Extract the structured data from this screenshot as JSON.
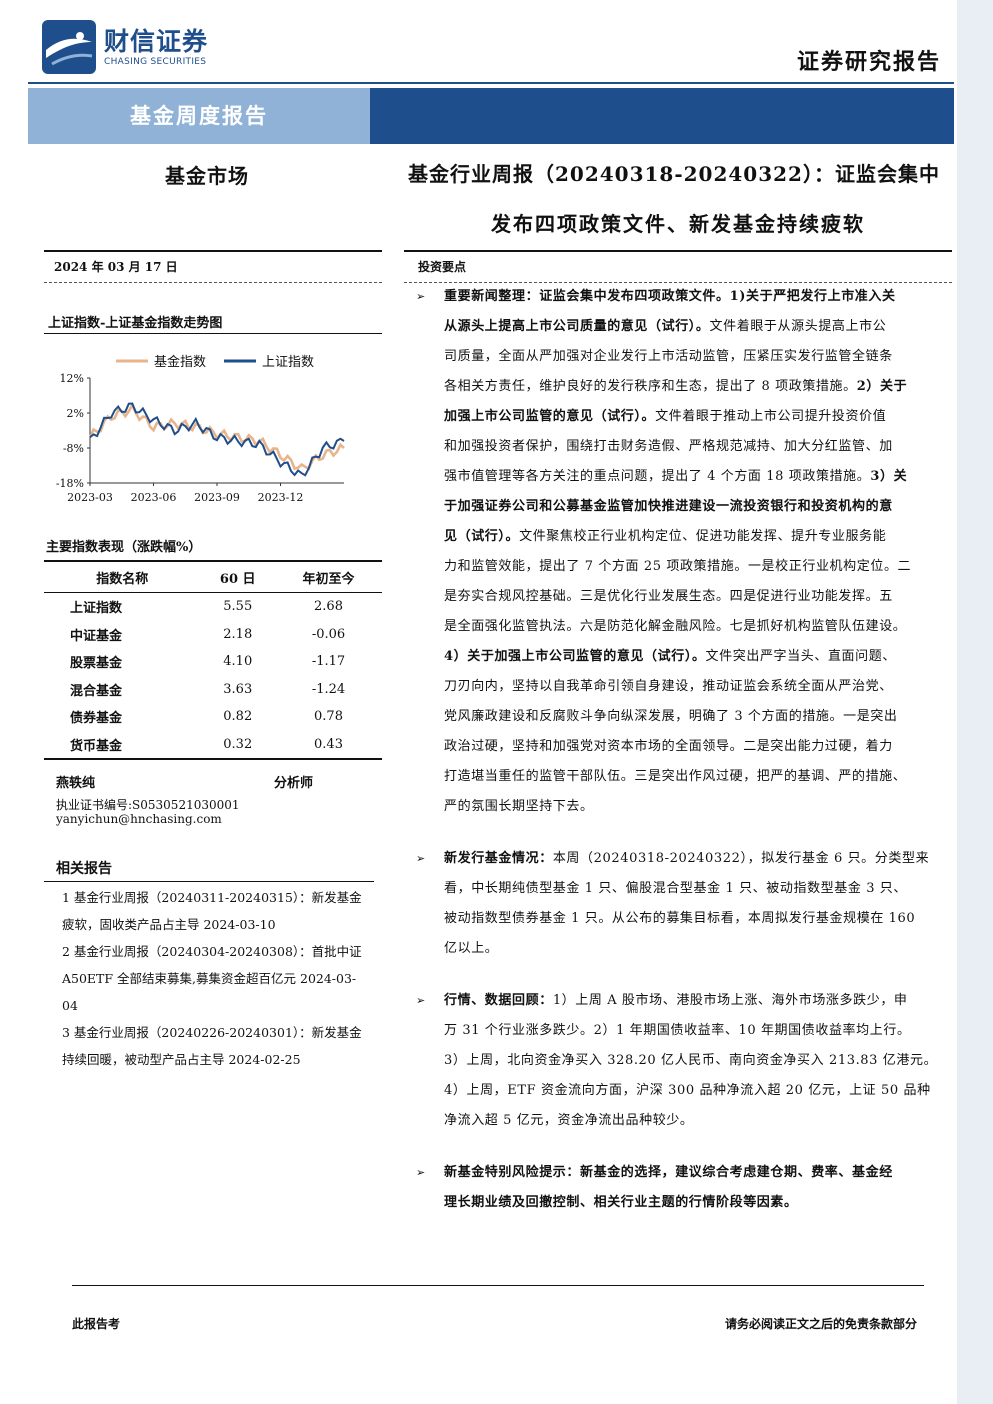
{
  "header": {
    "logo_cn": "财信证券",
    "logo_en": "CHASING SECURITIES",
    "report_type": "证券研究报告",
    "band_label": "基金周度报告",
    "brand_color": "#1f4e8c",
    "band_light_color": "#8fb2d6"
  },
  "sidebar": {
    "sector": "基金市场",
    "date": "2024 年 03 月 17 日",
    "chart_title": "上证指数-上证基金指数走势图",
    "table_title": "主要指数表现（涨跌幅%）",
    "table": {
      "headers": [
        "指数名称",
        "60 日",
        "年初至今"
      ],
      "rows": [
        [
          "上证指数",
          "5.55",
          "2.68"
        ],
        [
          "中证基金",
          "2.18",
          "-0.06"
        ],
        [
          "股票基金",
          "4.10",
          "-1.17"
        ],
        [
          "混合基金",
          "3.63",
          "-1.24"
        ],
        [
          "债券基金",
          "0.82",
          "0.78"
        ],
        [
          "货币基金",
          "0.32",
          "0.43"
        ]
      ]
    },
    "analyst": {
      "name": "燕轶纯",
      "role": "分析师",
      "cert": "执业证书编号:S0530521030001",
      "email": "yanyichun@hnchasing.com"
    },
    "related_title": "相关报告",
    "related": [
      "1 基金行业周报（20240311-20240315）：新发基金疲软，固收类产品占主导 2024-03-10",
      "2 基金行业周报（20240304-20240308）：首批中证 A50ETF 全部结束募集,募集资金超百亿元 2024-03-04",
      "3 基金行业周报（20240226-20240301）：新发基金持续回暖，被动型产品占主导 2024-02-25"
    ]
  },
  "chart_data": {
    "type": "line",
    "legend": [
      "基金指数",
      "上证指数"
    ],
    "legend_position": "top",
    "colors": [
      "#e8b48c",
      "#1f4e8c"
    ],
    "y_ticks": [
      "12%",
      "2%",
      "-8%",
      "-18%"
    ],
    "ylim": [
      -18,
      12
    ],
    "x_ticks": [
      "2023-03",
      "2023-06",
      "2023-09",
      "2023-12"
    ],
    "x": [
      "2023-03",
      "2023-04",
      "2023-05",
      "2023-06",
      "2023-07",
      "2023-08",
      "2023-09",
      "2023-10",
      "2023-11",
      "2023-12",
      "2024-01",
      "2024-02",
      "2024-03"
    ],
    "series": [
      {
        "name": "基金指数",
        "values": [
          -5,
          1,
          3,
          -2,
          -1,
          -2,
          -4,
          -5,
          -6,
          -10,
          -14,
          -10,
          -8
        ]
      },
      {
        "name": "上证指数",
        "values": [
          -6,
          2,
          4,
          0,
          -3,
          -1,
          -5,
          -6,
          -7,
          -12,
          -16,
          -8,
          -6
        ]
      }
    ]
  },
  "main": {
    "title_line1": "基金行业周报（20240318-20240322）：证监会集中",
    "title_line2": "发布四项政策文件、新发基金持续疲软",
    "key_points_label": "投资要点",
    "bullet_symbol": "➢",
    "bullets": [
      {
        "lines": [
          [
            {
              "t": "重要新闻整理：证监会集中发布四项政策文件。1)关于严把发行上市准入关",
              "b": true
            }
          ],
          [
            {
              "t": "从源头上提高上市公司质量的意见（试行）。",
              "b": true
            },
            {
              "t": "文件着眼于从源头提高上市公",
              "b": false
            }
          ],
          [
            {
              "t": "司质量，全面从严加强对企业发行上市活动监管，压紧压实发行监管全链条",
              "b": false
            }
          ],
          [
            {
              "t": "各相关方责任，维护良好的发行秩序和生态，提出了 8 项政策措施。",
              "b": false
            },
            {
              "t": "2）关于",
              "b": true
            }
          ],
          [
            {
              "t": "加强上市公司监管的意见（试行）。",
              "b": true
            },
            {
              "t": "文件着眼于推动上市公司提升投资价值",
              "b": false
            }
          ],
          [
            {
              "t": "和加强投资者保护，围绕打击财务造假、严格规范减持、加大分红监管、加",
              "b": false
            }
          ],
          [
            {
              "t": "强市值管理等各方关注的重点问题，提出了 4 个方面 18 项政策措施。",
              "b": false
            },
            {
              "t": "3）关",
              "b": true
            }
          ],
          [
            {
              "t": "于加强证券公司和公募基金监管加快推进建设一流投资银行和投资机构的意",
              "b": true
            }
          ],
          [
            {
              "t": "见（试行）。",
              "b": true
            },
            {
              "t": "文件聚焦校正行业机构定位、促进功能发挥、提升专业服务能",
              "b": false
            }
          ],
          [
            {
              "t": "力和监管效能，提出了 7 个方面 25 项政策措施。一是校正行业机构定位。二",
              "b": false
            }
          ],
          [
            {
              "t": "是夯实合规风控基础。三是优化行业发展生态。四是促进行业功能发挥。五",
              "b": false
            }
          ],
          [
            {
              "t": "是全面强化监管执法。六是防范化解金融风险。七是抓好机构监管队伍建设。",
              "b": false
            }
          ],
          [
            {
              "t": "4）关于加强上市公司监管的意见（试行）。",
              "b": true
            },
            {
              "t": "文件突出严字当头、直面问题、",
              "b": false
            }
          ],
          [
            {
              "t": "刀刃向内，坚持以自我革命引领自身建设，推动证监会系统全面从严治党、",
              "b": false
            }
          ],
          [
            {
              "t": "党风廉政建设和反腐败斗争向纵深发展，明确了 3 个方面的措施。一是突出",
              "b": false
            }
          ],
          [
            {
              "t": "政治过硬，坚持和加强党对资本市场的全面领导。二是突出能力过硬，着力",
              "b": false
            }
          ],
          [
            {
              "t": "打造堪当重任的监管干部队伍。三是突出作风过硬，把严的基调、严的措施、",
              "b": false
            }
          ],
          [
            {
              "t": "严的氛围长期坚持下去。",
              "b": false
            }
          ]
        ]
      },
      {
        "lines": [
          [
            {
              "t": "新发行基金情况：",
              "b": true
            },
            {
              "t": "本周（20240318-20240322），拟发行基金 6 只。分类型来",
              "b": false
            }
          ],
          [
            {
              "t": "看，中长期纯债型基金 1 只、偏股混合型基金 1 只、被动指数型基金 3 只、",
              "b": false
            }
          ],
          [
            {
              "t": "被动指数型债券基金 1 只。从公布的募集目标看，本周拟发行基金规模在 160",
              "b": false
            }
          ],
          [
            {
              "t": "亿以上。",
              "b": false
            }
          ]
        ]
      },
      {
        "lines": [
          [
            {
              "t": "行情、数据回顾：",
              "b": true
            },
            {
              "t": "1）上周 A 股市场、港股市场上涨、海外市场涨多跌少，申",
              "b": false
            }
          ],
          [
            {
              "t": "万 31 个行业涨多跌少。2）1 年期国债收益率、10 年期国债收益率均上行。",
              "b": false
            }
          ],
          [
            {
              "t": "3）上周，北向资金净买入 328.20 亿人民币、南向资金净买入 213.83 亿港元。",
              "b": false
            }
          ],
          [
            {
              "t": "4）上周，ETF 资金流向方面，沪深 300 品种净流入超 20 亿元，上证 50 品种",
              "b": false
            }
          ],
          [
            {
              "t": "净流入超 5 亿元，资金净流出品种较少。",
              "b": false
            }
          ]
        ]
      },
      {
        "lines": [
          [
            {
              "t": "新基金特别风险提示：新基金的选择，建议综合考虑建仓期、费率、基金经",
              "b": true
            }
          ],
          [
            {
              "t": "理长期业绩及回撤控制、相关行业主题的行情阶段等因素。",
              "b": true
            }
          ]
        ]
      }
    ]
  },
  "footer": {
    "left": "此报告考",
    "right": "请务必阅读正文之后的免责条款部分"
  }
}
